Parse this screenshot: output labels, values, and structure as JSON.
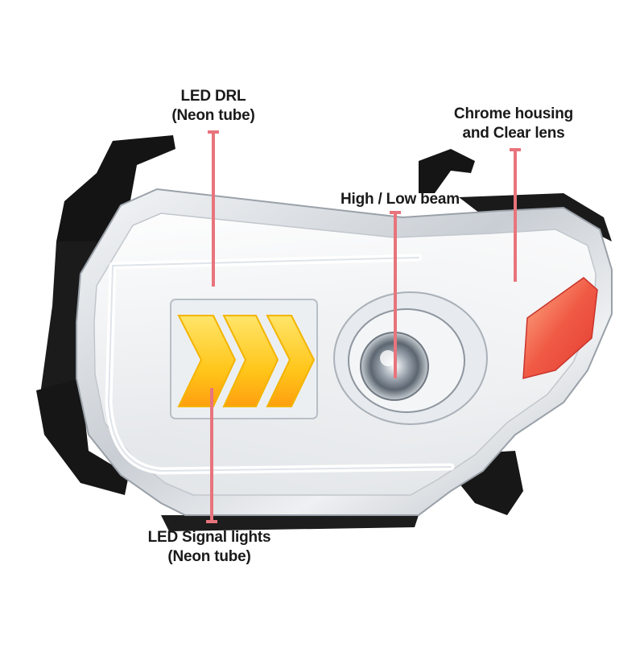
{
  "labels": {
    "drl": {
      "line1": "LED DRL",
      "line2": "(Neon tube)"
    },
    "chrome": {
      "line1": "Chrome housing",
      "line2": "and Clear lens"
    },
    "beam": {
      "line1": "High / Low beam"
    },
    "signal": {
      "line1": "LED Signal lights",
      "line2": "(Neon tube)"
    }
  },
  "colors": {
    "callout_line": "#e8747c",
    "housing_black": "#141414",
    "chrome": "#d9dde2",
    "signal_yellow": "#ffd21f",
    "signal_amber": "#ffa51a",
    "marker_amber": "#e8443a"
  }
}
